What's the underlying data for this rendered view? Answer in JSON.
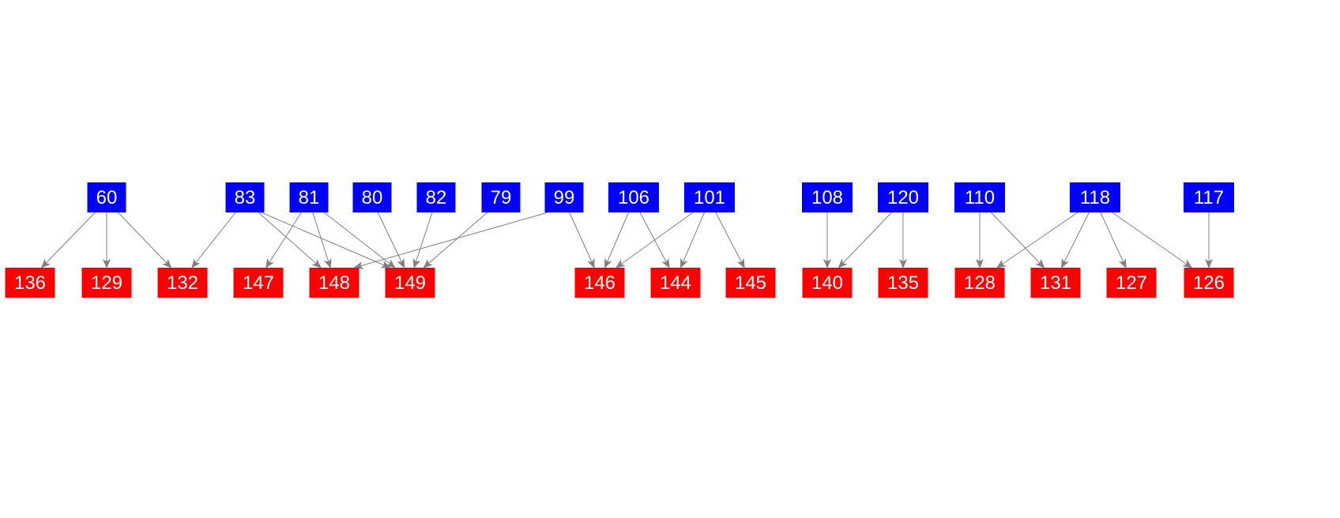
{
  "colors": {
    "source": "#0000ff",
    "target": "#ff0000",
    "edge": "#808080",
    "label": "#ffffff"
  },
  "source_nodes": [
    "60",
    "83",
    "81",
    "80",
    "82",
    "79",
    "99",
    "106",
    "101",
    "108",
    "120",
    "110",
    "118",
    "117"
  ],
  "target_nodes": [
    "136",
    "129",
    "132",
    "147",
    "148",
    "149",
    "146",
    "144",
    "145",
    "140",
    "135",
    "128",
    "131",
    "127",
    "126"
  ],
  "edges": [
    [
      "60",
      "136"
    ],
    [
      "60",
      "129"
    ],
    [
      "60",
      "132"
    ],
    [
      "83",
      "132"
    ],
    [
      "83",
      "148"
    ],
    [
      "83",
      "149"
    ],
    [
      "81",
      "147"
    ],
    [
      "81",
      "148"
    ],
    [
      "81",
      "149"
    ],
    [
      "80",
      "149"
    ],
    [
      "82",
      "149"
    ],
    [
      "79",
      "149"
    ],
    [
      "99",
      "148"
    ],
    [
      "99",
      "146"
    ],
    [
      "106",
      "146"
    ],
    [
      "106",
      "144"
    ],
    [
      "101",
      "146"
    ],
    [
      "101",
      "144"
    ],
    [
      "101",
      "145"
    ],
    [
      "108",
      "140"
    ],
    [
      "120",
      "140"
    ],
    [
      "120",
      "135"
    ],
    [
      "110",
      "128"
    ],
    [
      "110",
      "131"
    ],
    [
      "118",
      "128"
    ],
    [
      "118",
      "131"
    ],
    [
      "118",
      "127"
    ],
    [
      "118",
      "126"
    ],
    [
      "117",
      "126"
    ]
  ]
}
